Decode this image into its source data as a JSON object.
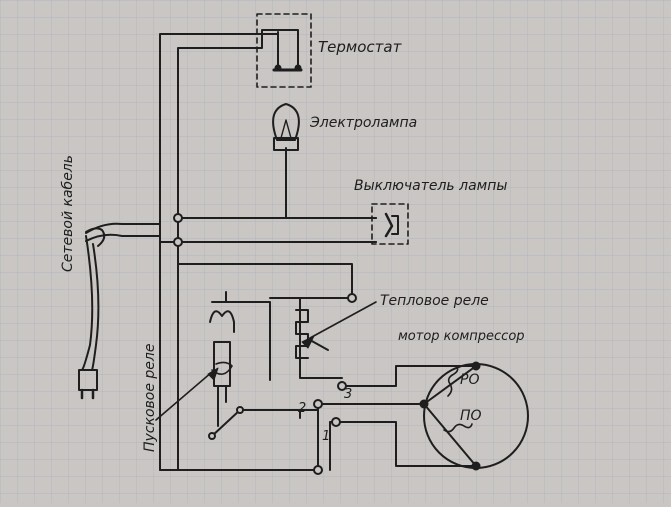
{
  "labels": {
    "thermostat": "Термостат",
    "lamp": "Электролампа",
    "lamp_switch": "Выключатель лампы",
    "power_cable": "Сетевой кабель",
    "thermal_relay": "Тепловое реле",
    "motor": "мотор компрессор",
    "start_relay": "Пусковое реле",
    "winding_ro": "РО",
    "winding_po": "ПО",
    "terminal_1": "1",
    "terminal_2": "2",
    "terminal_3": "3"
  },
  "colors": {
    "paper": "#c9c6c3",
    "grid": "#a8b2be",
    "ink": "#1e1e1e"
  }
}
